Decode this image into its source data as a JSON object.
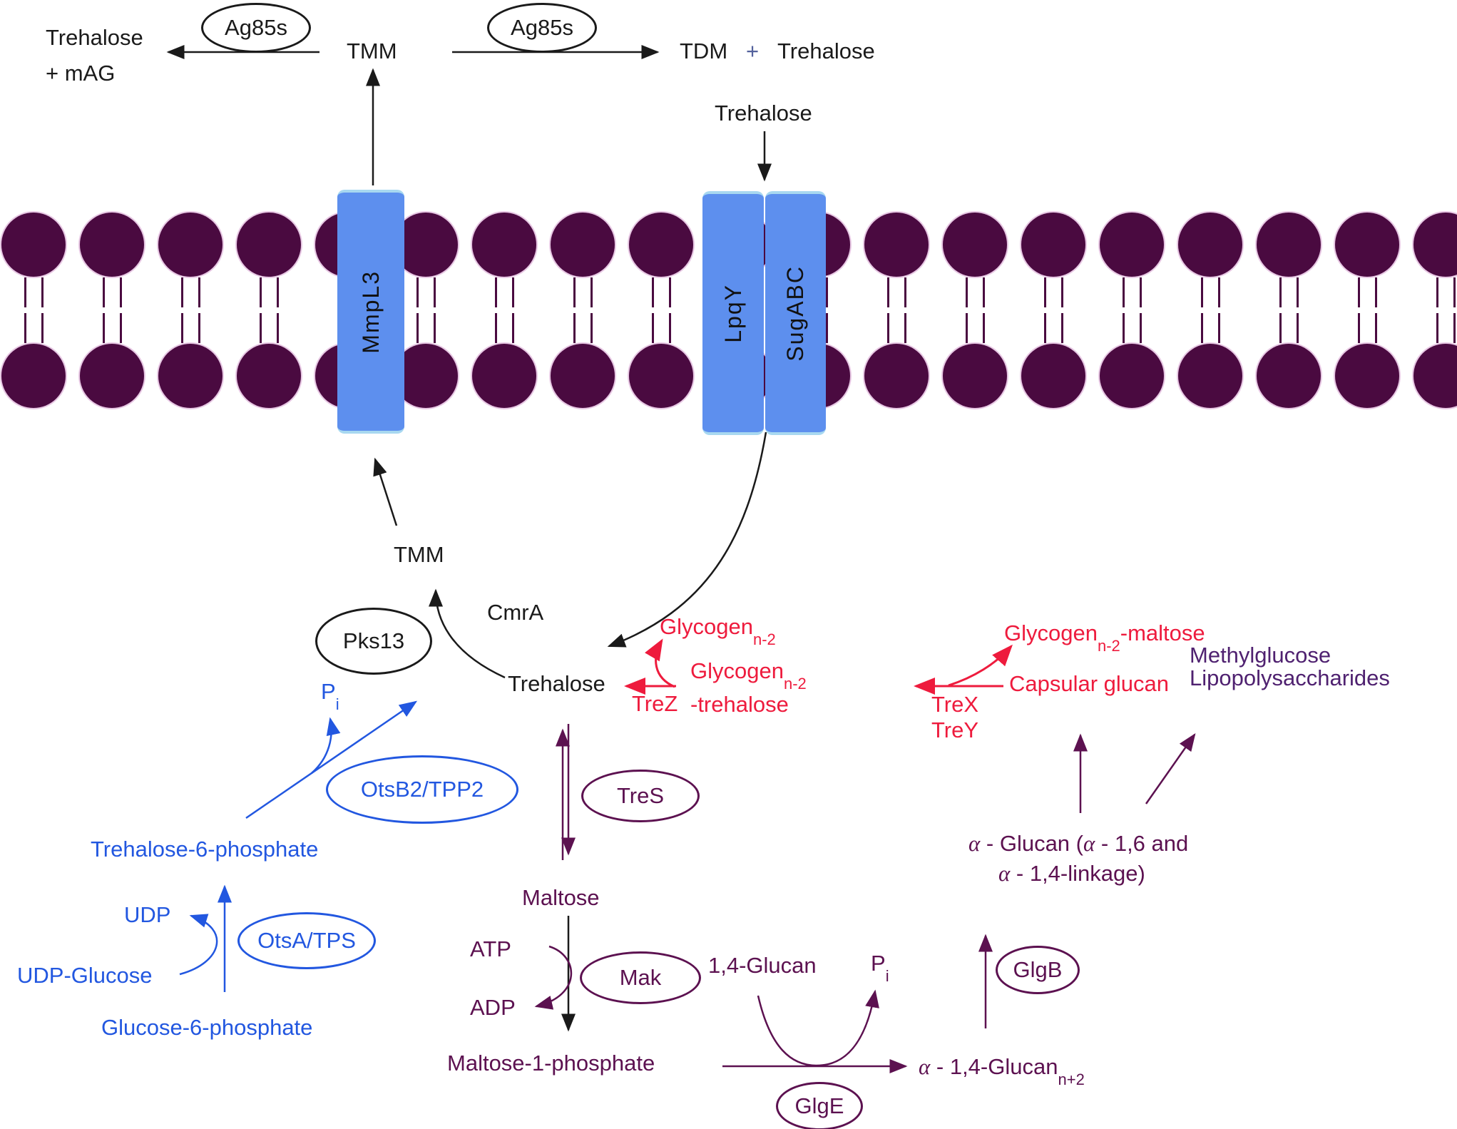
{
  "palette": {
    "black": "#1a1a1a",
    "red": "#ee1b3d",
    "blue": "#2257e0",
    "purple": "#5c1150",
    "violet": "#4f2170",
    "membrane_head": "#4a0a40",
    "transporter_fill": "#5d8fee",
    "transporter_highlight": "#a8d8f0",
    "plus_sign_color": "#53619c"
  },
  "top": {
    "trehalose_left": "Trehalose",
    "mag": "+ mAG",
    "ag85s_left": "Ag85s",
    "tmm": "TMM",
    "ag85s_right": "Ag85s",
    "tdm": "TDM",
    "plus": "+",
    "trehalose_product": "Trehalose",
    "trehalose_uptake": "Trehalose"
  },
  "membrane": {
    "mmpl3": "MmpL3",
    "lpqy": "LpqY",
    "sugabc": "SugABC"
  },
  "core": {
    "tmm": "TMM",
    "cmra": "CmrA",
    "pks13": "Pks13",
    "trehalose": "Trehalose"
  },
  "glycogen": {
    "glycogen1": "Glycogen",
    "glycogen1_sub": "n-2",
    "trez": "TreZ",
    "glycogen2": "Glycogen",
    "glycogen2_sub": "n-2",
    "trehalose_suffix": "-trehalose",
    "trex": "TreX",
    "trey": "TreY",
    "glycogen3": "Glycogen",
    "glycogen3_sub": "n-2",
    "maltose_suffix": "-maltose",
    "capsular_glucan": "Capsular glucan",
    "methylglucose": "Methylglucose",
    "lipopolysaccharides": "Lipopolysaccharides"
  },
  "ots_branch": {
    "pi_p": "P",
    "pi_i": "i",
    "otsb2": "OtsB2/TPP2",
    "t6p": "Trehalose-6-phosphate",
    "udp": "UDP",
    "otsa": "OtsA/TPS",
    "udp_glucose": "UDP-Glucose",
    "g6p": "Glucose-6-phosphate"
  },
  "glge_branch": {
    "tres": "TreS",
    "maltose": "Maltose",
    "atp": "ATP",
    "mak": "Mak",
    "adp": "ADP",
    "m1p": "Maltose-1-phosphate",
    "glucan14": "1,4-Glucan",
    "pi_p": "P",
    "pi_i": "i",
    "glge": "GlgE",
    "alpha1": "α",
    "glucan_n2_mid": " - 1,4-Glucan",
    "glucan_n2_sub": "n+2",
    "glgb": "GlgB",
    "aglucan_a1": "α",
    "aglucan_t1": " - Glucan (",
    "aglucan_a2": "α",
    "aglucan_t2": " - 1,6 and",
    "aglucan_a3": "α",
    "aglucan_t3": " - 1,4-linkage)"
  }
}
